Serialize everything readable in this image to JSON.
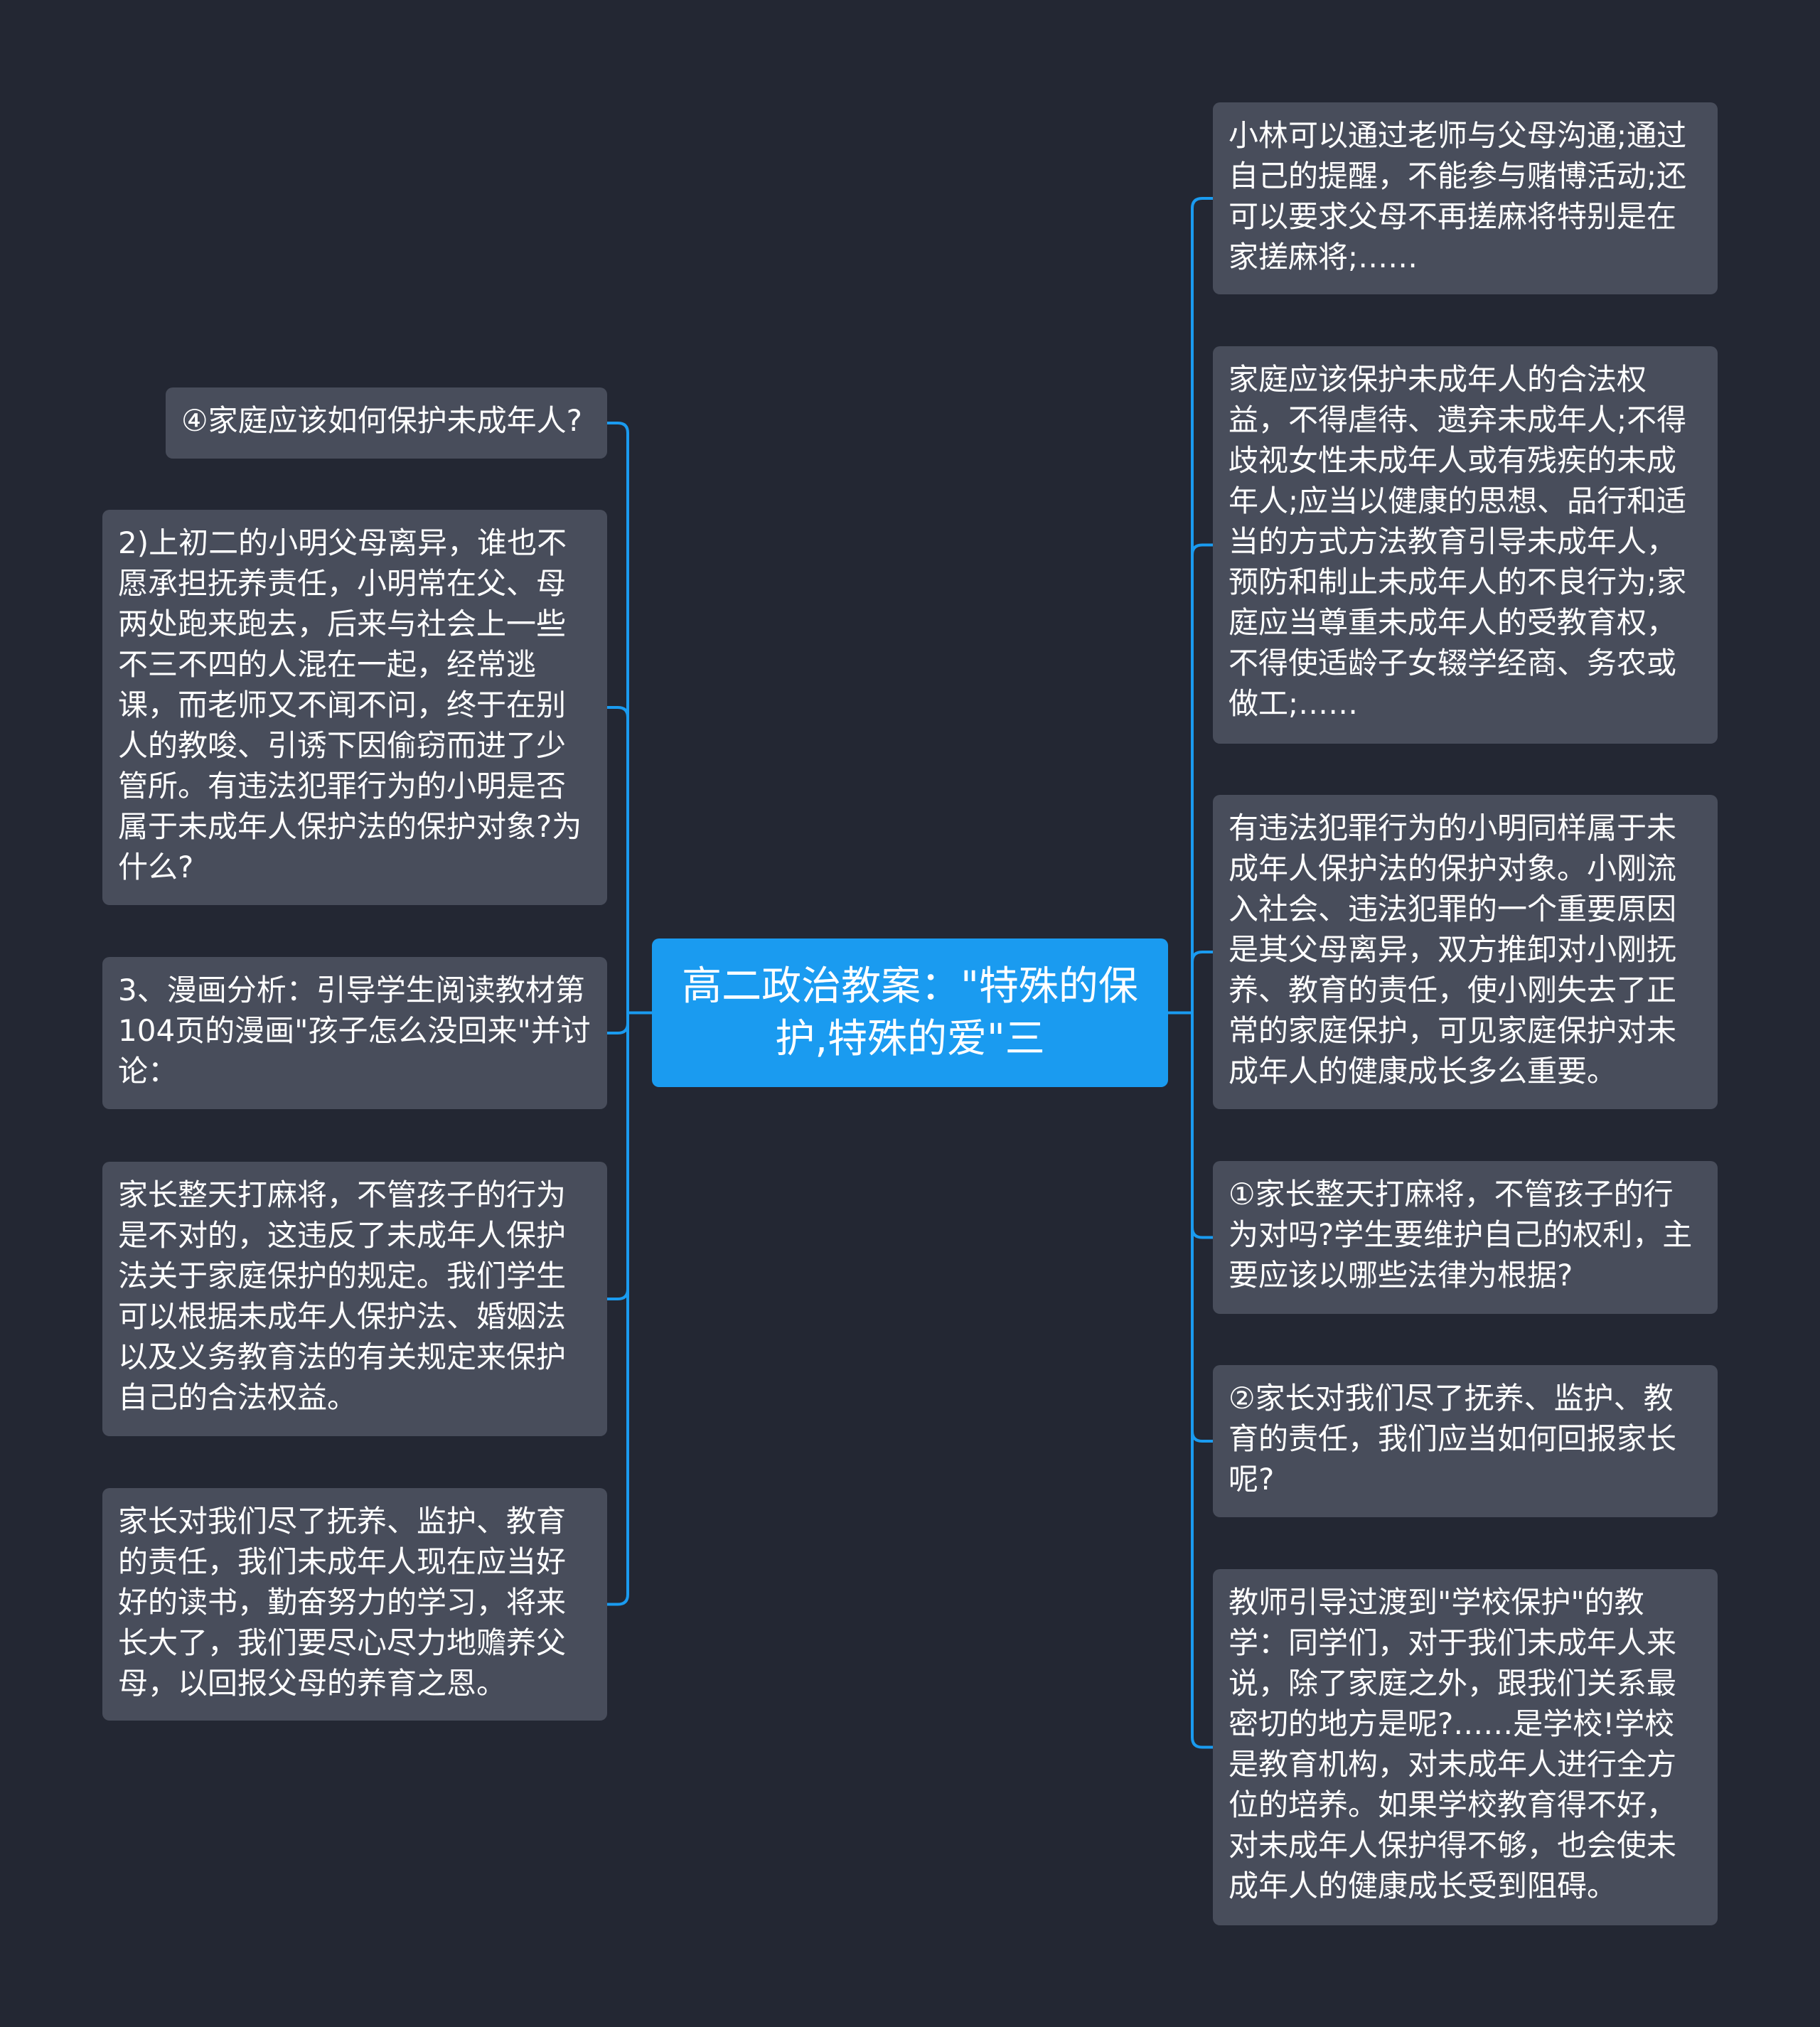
{
  "theme": {
    "background": "#232733",
    "center_color": "#1a9bf0",
    "node_color": "#484d5b",
    "line_color": "#1a9bf0",
    "text_color": "#ffffff"
  },
  "center": {
    "title": "高二政治教案：\"特殊的保护,特殊的爱\"三"
  },
  "left": [
    {
      "text": "④家庭应该如何保护未成年人?"
    },
    {
      "text": "2)上初二的小明父母离异，谁也不愿承担抚养责任，小明常在父、母两处跑来跑去，后来与社会上一些不三不四的人混在一起，经常逃课，而老师又不闻不问，终于在别人的教唆、引诱下因偷窃而进了少管所。有违法犯罪行为的小明是否属于未成年人保护法的保护对象?为什么?"
    },
    {
      "text": "3、漫画分析：引导学生阅读教材第104页的漫画\"孩子怎么没回来\"并讨论："
    },
    {
      "text": "家长整天打麻将，不管孩子的行为是不对的，这违反了未成年人保护法关于家庭保护的规定。我们学生可以根据未成年人保护法、婚姻法以及义务教育法的有关规定来保护自己的合法权益。"
    },
    {
      "text": "家长对我们尽了抚养、监护、教育的责任，我们未成年人现在应当好好的读书，勤奋努力的学习，将来长大了，我们要尽心尽力地赡养父母，以回报父母的养育之恩。"
    }
  ],
  "right": [
    {
      "text": "小林可以通过老师与父母沟通;通过自己的提醒，不能参与赌博活动;还可以要求父母不再搓麻将特别是在家搓麻将;……"
    },
    {
      "text": "家庭应该保护未成年人的合法权益，不得虐待、遗弃未成年人;不得歧视女性未成年人或有残疾的未成年人;应当以健康的思想、品行和适当的方式方法教育引导未成年人，预防和制止未成年人的不良行为;家庭应当尊重未成年人的受教育权，不得使适龄子女辍学经商、务农或做工;……"
    },
    {
      "text": "有违法犯罪行为的小明同样属于未成年人保护法的保护对象。小刚流入社会、违法犯罪的一个重要原因是其父母离异，双方推卸对小刚抚养、教育的责任，使小刚失去了正常的家庭保护，可见家庭保护对未成年人的健康成长多么重要。"
    },
    {
      "text": "①家长整天打麻将，不管孩子的行为对吗?学生要维护自己的权利，主要应该以哪些法律为根据?"
    },
    {
      "text": "②家长对我们尽了抚养、监护、教育的责任，我们应当如何回报家长呢?"
    },
    {
      "text": "教师引导过渡到\"学校保护\"的教学：同学们，对于我们未成年人来说，除了家庭之外，跟我们关系最密切的地方是呢?……是学校!学校是教育机构，对未成年人进行全方位的培养。如果学校教育得不好，对未成年人保护得不够，也会使未成年人的健康成长受到阻碍。"
    }
  ]
}
